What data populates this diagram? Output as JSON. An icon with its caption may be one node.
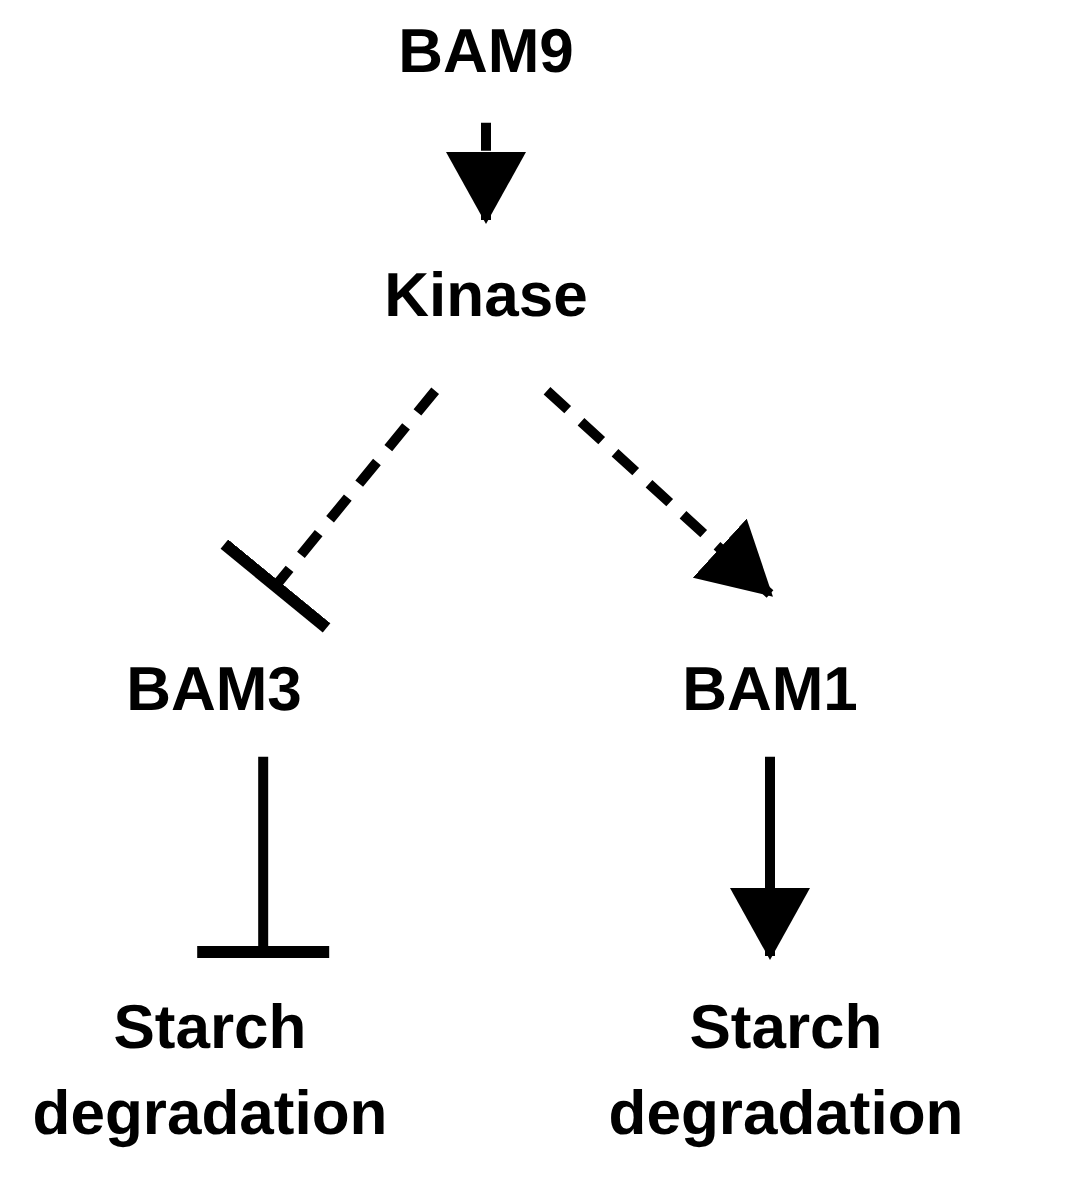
{
  "diagram": {
    "nodes": [
      {
        "text": [
          "BAM9"
        ]
      },
      {
        "text": [
          "Kinase"
        ]
      },
      {
        "text": [
          "BAM3"
        ]
      },
      {
        "text": [
          "BAM1"
        ]
      },
      {
        "text": [
          "Starch degradation"
        ]
      },
      {
        "text": [
          "Starch degradation"
        ]
      }
    ],
    "edges": [
      {
        "from": 0,
        "to": 1,
        "arrow": "to",
        "style": "dashed"
      },
      {
        "from": 1,
        "to": 2,
        "arrow": "other",
        "style": "dashed"
      },
      {
        "from": 1,
        "to": 3,
        "arrow": "to",
        "style": "dashed"
      },
      {
        "from": 2,
        "to": 4,
        "arrow": "other"
      },
      {
        "from": 3,
        "to": 5,
        "arrow": "to"
      }
    ]
  }
}
